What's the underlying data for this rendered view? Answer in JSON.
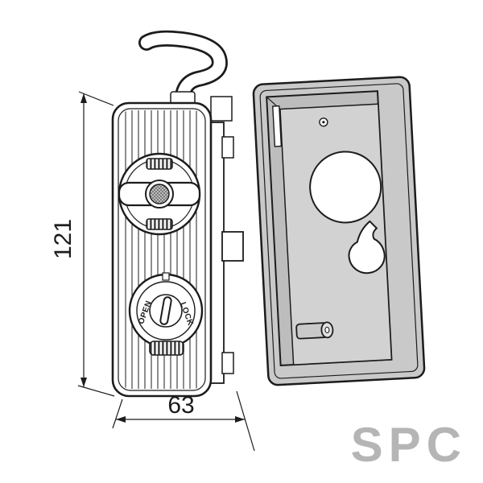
{
  "diagram": {
    "dimensions": {
      "height": "121",
      "width": "63"
    },
    "cylinder_labels": {
      "open": "OPEN",
      "lock": "LOCK"
    },
    "watermark": "SPC",
    "colors": {
      "line": "#1c1c1c",
      "box_gray": "#c9c9c9",
      "wall_gray": "#bdbdbd",
      "back_wall_gray": "#d2d2d2",
      "watermark_gray": "#b5b5b5"
    }
  }
}
